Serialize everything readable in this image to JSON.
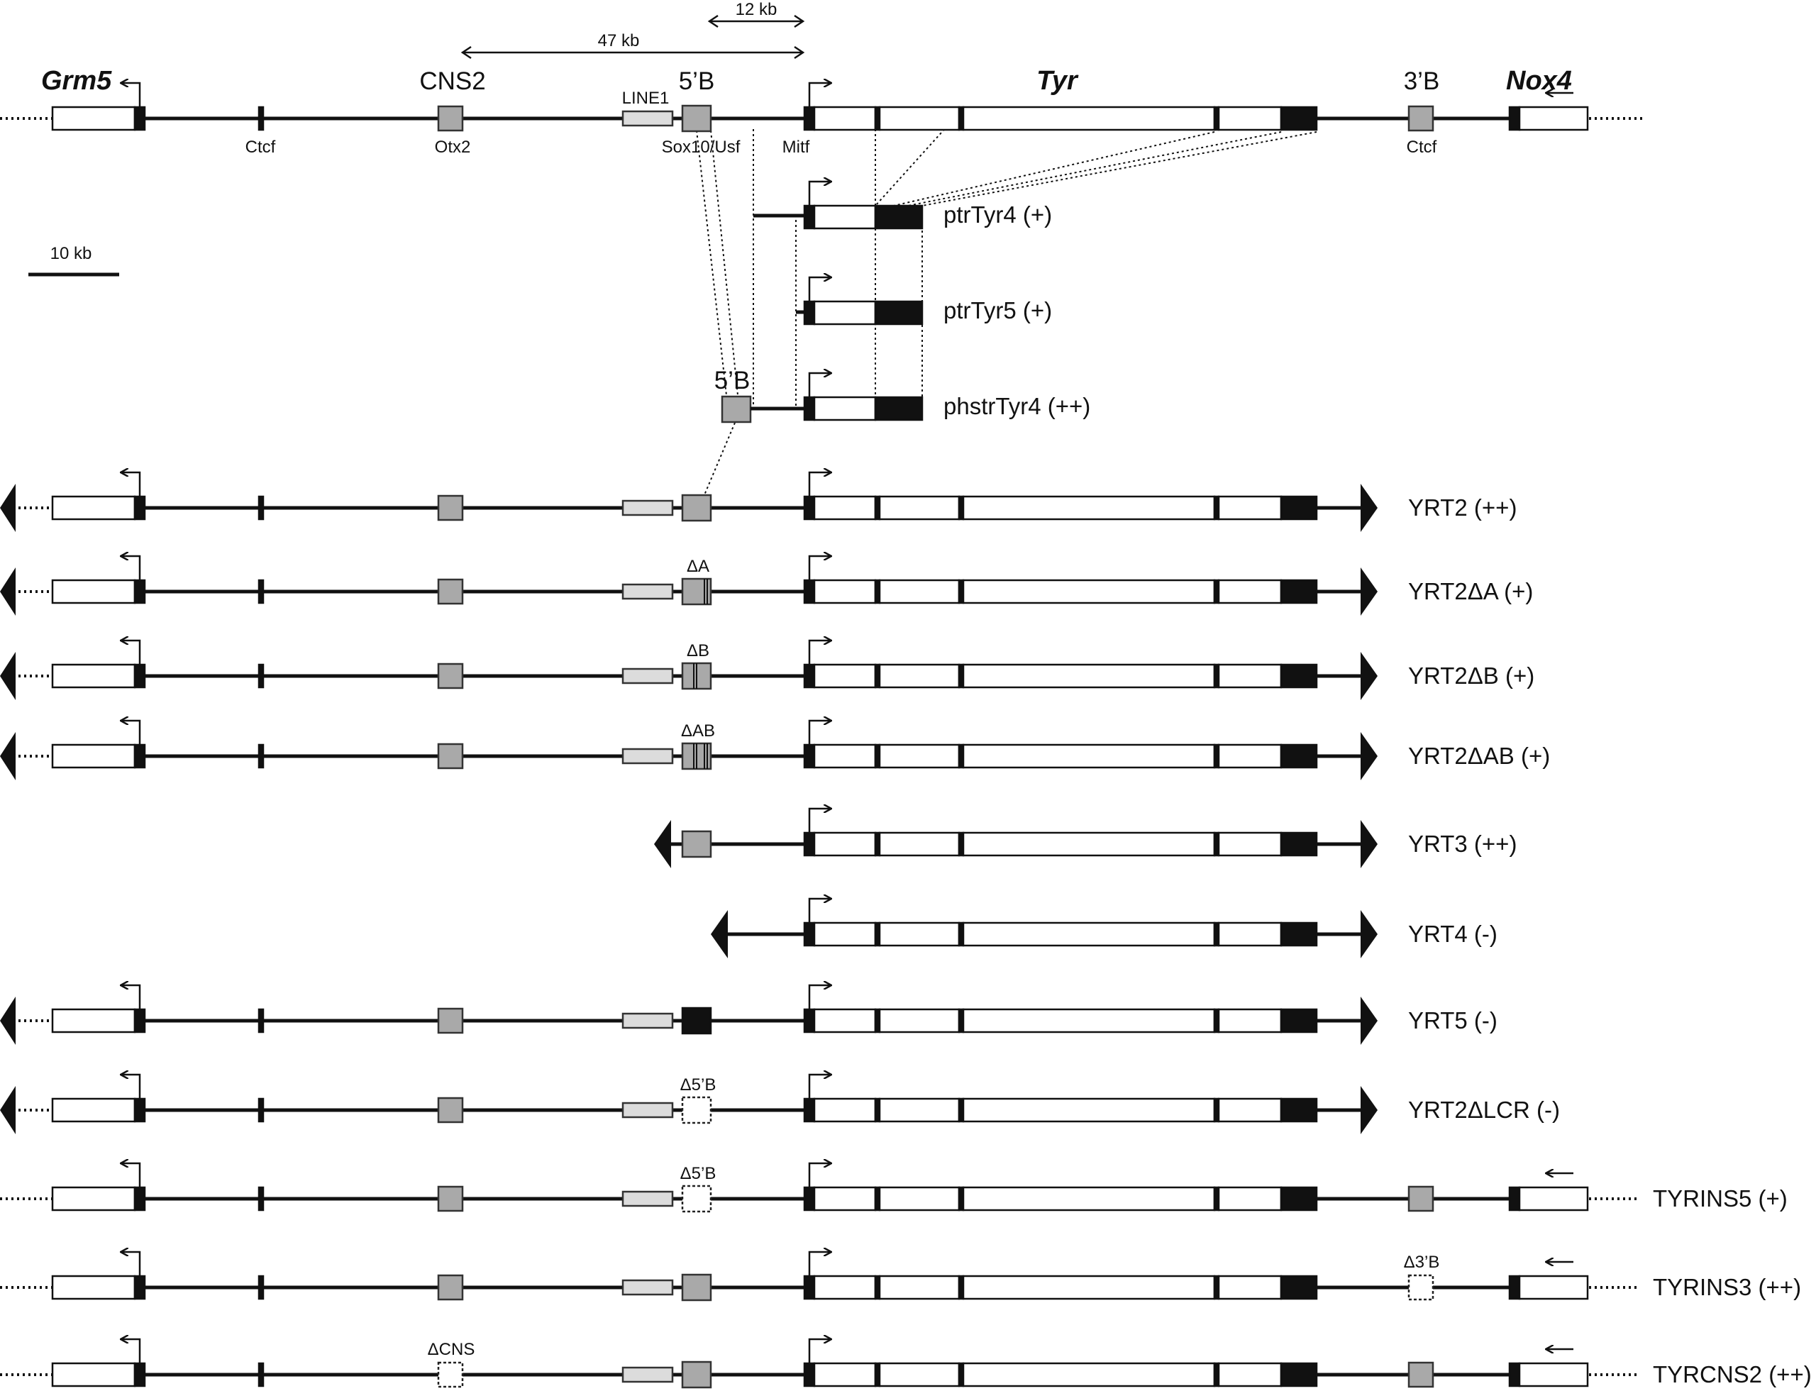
{
  "genes": {
    "grm5": "Grm5",
    "cns2": "CNS2",
    "b5": "5’B",
    "tyr": "Tyr",
    "b3": "3’B",
    "nox4": "Nox4"
  },
  "elements": {
    "line1": "LINE1",
    "ctcf": "Ctcf",
    "otx2": "Otx2",
    "sox10": "Sox10/Usf",
    "mitf": "Mitf"
  },
  "distances": {
    "d12": "12 kb",
    "d47": "47 kb"
  },
  "scale_bar": "10 kb",
  "deletion_labels": {
    "dA": "ΔA",
    "dB": "ΔB",
    "dAB": "ΔAB",
    "d5B": "Δ5’B",
    "d3B": "Δ3’B",
    "dCNS": "ΔCNS"
  },
  "constructs": [
    "ptrTyr4 (+)",
    "ptrTyr5 (+)",
    "phstrTyr4 (++)",
    "YRT2 (++)",
    "YRT2ΔA (+)",
    "YRT2ΔB (+)",
    "YRT2ΔAB (+)",
    "YRT3 (++)",
    "YRT4 (-)",
    "YRT5 (-)",
    "YRT2ΔLCR (-)",
    "TYRINS5 (+)",
    "TYRINS3 (++)",
    "TYRCNS2 (++)"
  ]
}
